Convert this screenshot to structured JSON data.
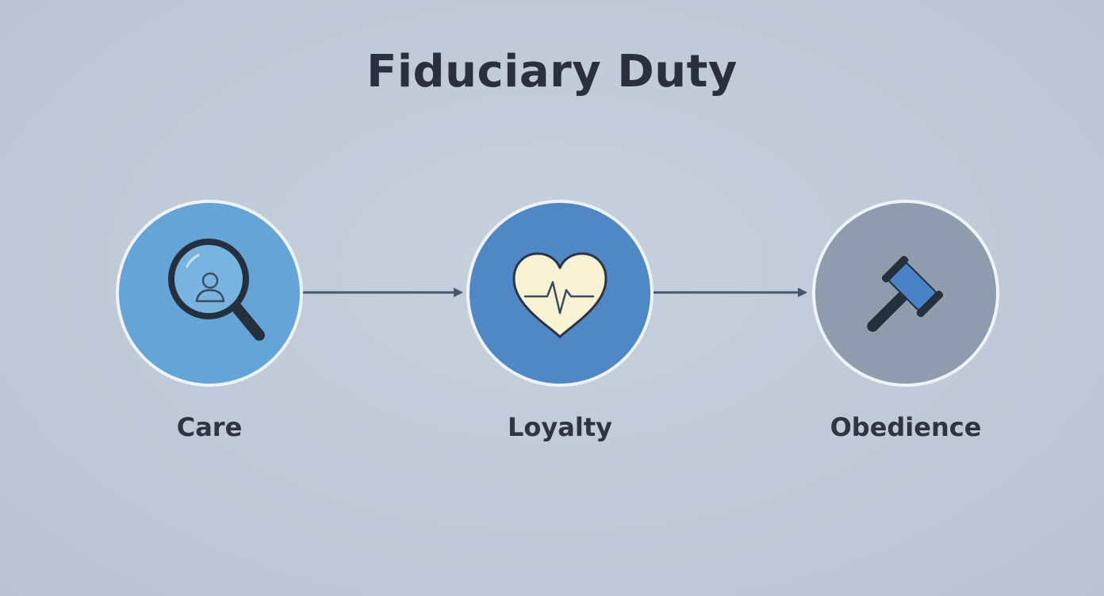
{
  "title": "Fiduciary Duty",
  "nodes": [
    {
      "label": "Care",
      "icon": "magnifier-person-icon",
      "color": "#65a4d6"
    },
    {
      "label": "Loyalty",
      "icon": "heartbeat-heart-icon",
      "color": "#4f88c4"
    },
    {
      "label": "Obedience",
      "icon": "gavel-icon",
      "color": "#8f9cae"
    }
  ],
  "edges": [
    {
      "from": "Care",
      "to": "Loyalty"
    },
    {
      "from": "Loyalty",
      "to": "Obedience"
    }
  ],
  "colors": {
    "background": "#c1cad8",
    "title": "#2b313c",
    "arrow": "#46586f",
    "icon_stroke": "#2b3442",
    "heart_fill": "#f7f2d2",
    "gavel_head": "#4a82c6"
  }
}
